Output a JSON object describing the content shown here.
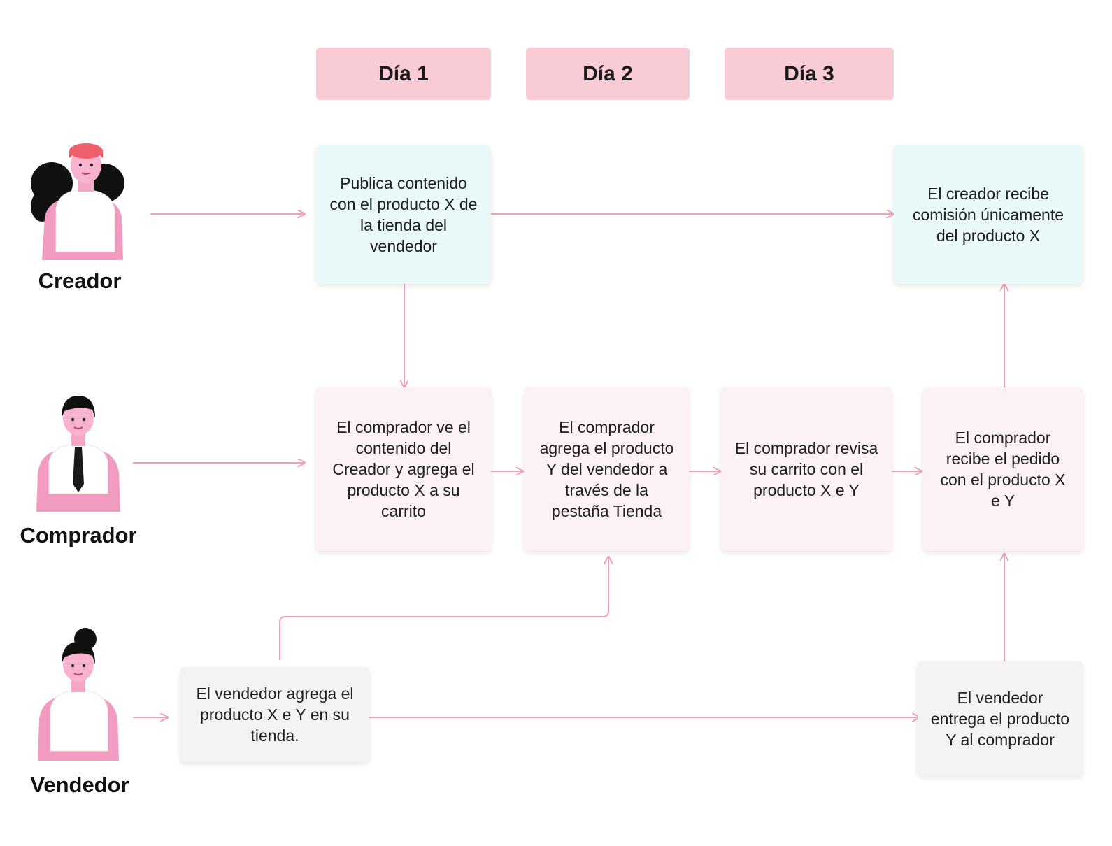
{
  "days": [
    "Día 1",
    "Día 2",
    "Día 3"
  ],
  "roles": {
    "creator": "Creador",
    "buyer": "Comprador",
    "seller": "Vendedor"
  },
  "boxes": {
    "creator_publishes": "Publica contenido con el producto X de la tienda del vendedor",
    "creator_commission": "El creador recibe comisión únicamente del producto X",
    "buyer_views": "El comprador ve el contenido del Creador y agrega el producto X a su carrito",
    "buyer_adds_y": "El comprador agrega el producto Y del vendedor a través de la pestaña Tienda",
    "buyer_reviews": "El comprador revisa su carrito con el producto X e Y",
    "buyer_receives": "El comprador recibe el pedido con el producto X e Y",
    "seller_adds": "El vendedor agrega el producto X e Y en su tienda.",
    "seller_delivers": "El vendedor entrega el producto Y al comprador"
  },
  "colors": {
    "day_header": "#f8cbd5",
    "creator_box": "#e9f8f9",
    "buyer_box": "#fdf2f3",
    "seller_box": "#f3f3f3",
    "arrow": "#f3a2b2"
  }
}
